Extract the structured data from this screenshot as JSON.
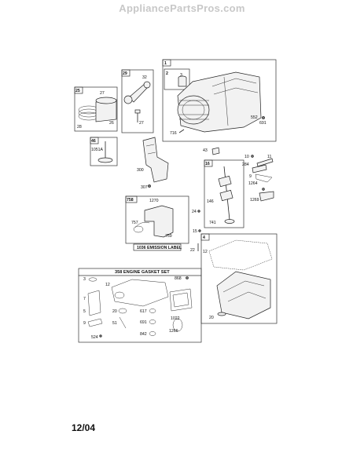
{
  "watermark": "AppliancePartsPros.com",
  "footer_date": "12/04",
  "labels": {
    "l1": "1",
    "l2": "2",
    "l3": "3",
    "l5": "5",
    "l7": "7",
    "l9": "9",
    "l10": "10",
    "l11": "11",
    "l12": "12",
    "l12b": "12",
    "l15": "15",
    "l16": "16",
    "l20": "20",
    "l20b": "20",
    "l22": "22",
    "l24": "24",
    "l25": "25",
    "l26": "26",
    "l27": "27",
    "l27b": "27",
    "l28": "28",
    "l29": "29",
    "l32": "32",
    "l43": "43",
    "l46": "46",
    "l51": "51",
    "l146": "146",
    "l284": "284",
    "l300": "300",
    "l307": "307",
    "l524": "524",
    "l552": "552",
    "l617": "617",
    "l691": "691",
    "l691b": "691",
    "l716": "716",
    "l741": "741",
    "l757": "757",
    "l758": "758",
    "l759": "759",
    "l842": "842",
    "l868": "868",
    "l1022": "1022",
    "l1051a": "1051A",
    "l1264": "1264",
    "l1266": "1266",
    "l1269": "1269",
    "l1270": "1270",
    "l4": "4"
  },
  "emission_label": "1036 EMISSION LABEL",
  "gasket_set_title": "358 ENGINE GASKET SET"
}
